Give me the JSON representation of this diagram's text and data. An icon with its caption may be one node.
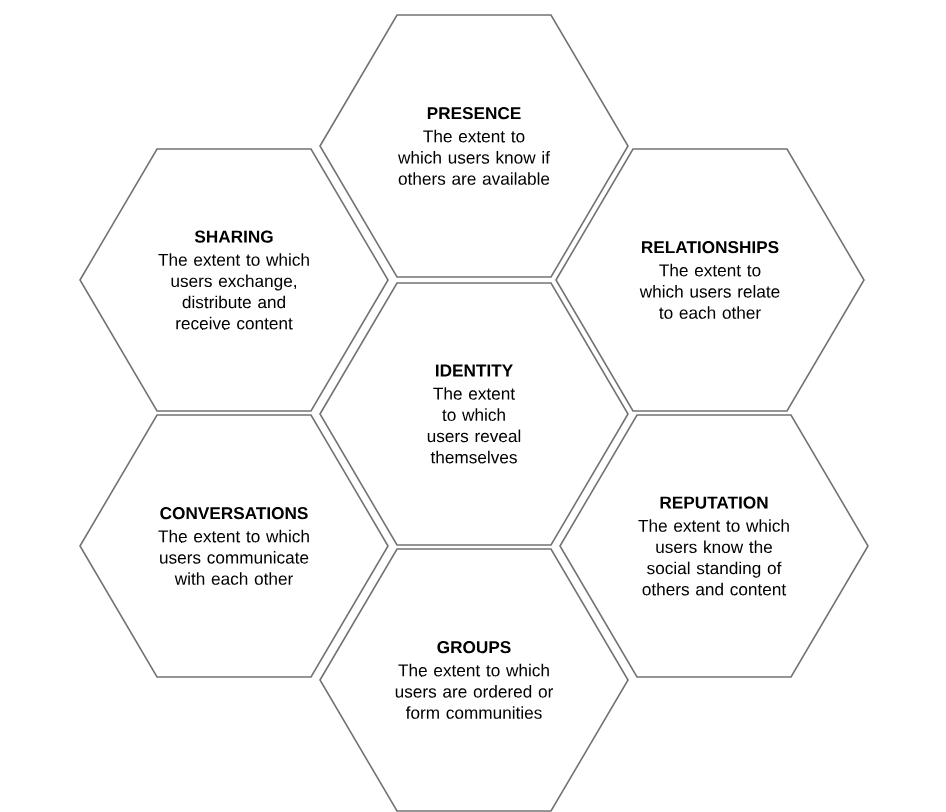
{
  "diagram": {
    "nodes": [
      {
        "text": [
          "PRESENCE",
          "The extent to which users know if others are available"
        ]
      },
      {
        "text": [
          "SHARING",
          "The extent to which users exchange, distribute and receive content"
        ]
      },
      {
        "text": [
          "RELATIONSHIPS",
          "The extent to which users relate to each other"
        ]
      },
      {
        "text": [
          "IDENTITY",
          "The extent to which users reveal themselves"
        ]
      },
      {
        "text": [
          "CONVERSATIONS",
          "The extent to which users communicate with each other"
        ]
      },
      {
        "text": [
          "REPUTATION",
          "The extent to which users know the social standing of others and content"
        ]
      },
      {
        "text": [
          "GROUPS",
          "The extent to which users are ordered or form communities"
        ]
      }
    ]
  }
}
